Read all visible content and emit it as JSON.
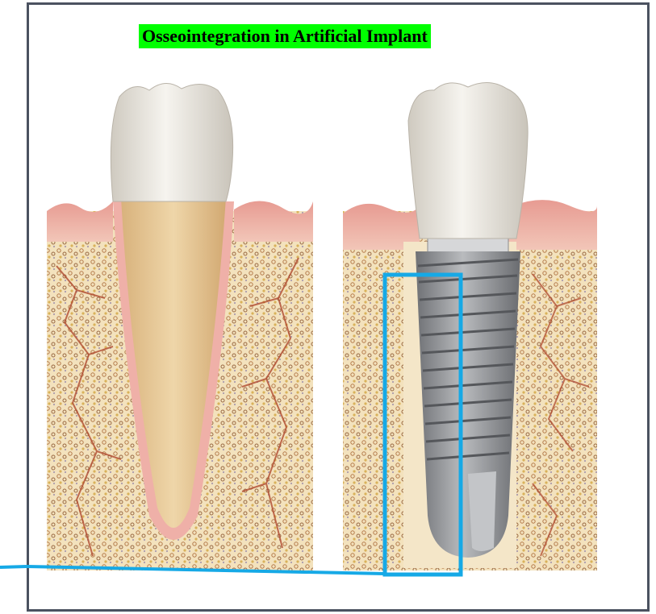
{
  "title": {
    "text": "Osseointegration in Artificial Implant",
    "highlight_color": "#00ff00"
  },
  "colors": {
    "frame": "#4b5260",
    "callout": "#16a9e6",
    "bone": "#f0ddb8",
    "gum": "#e7a39c",
    "enamel": "#ece9e2",
    "root": "#e5c89a",
    "implant": "#8f9194",
    "vessel": "#b04a2f"
  },
  "icons": {
    "natural_tooth": "natural-tooth-illustration",
    "implant": "dental-implant-illustration"
  }
}
